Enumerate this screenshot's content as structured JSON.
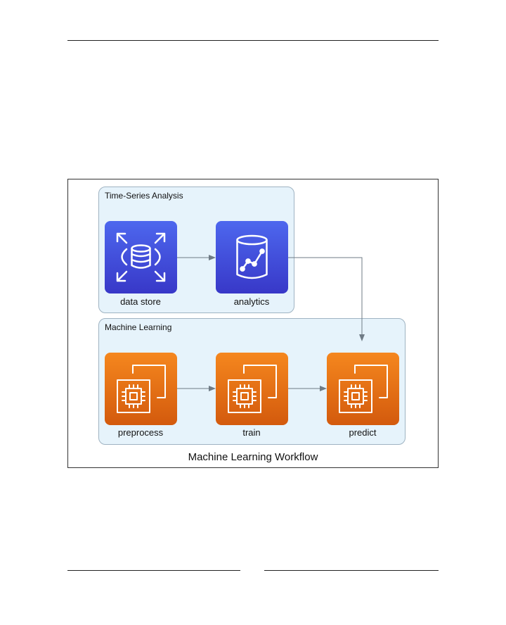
{
  "figure": {
    "caption": "Machine Learning Workflow",
    "clusters": [
      {
        "label": "Time-Series Analysis"
      },
      {
        "label": "Machine Learning"
      }
    ],
    "nodes": {
      "data_store": {
        "label": "data store",
        "icon": "database-storage-icon",
        "color": "#3f51e0"
      },
      "analytics": {
        "label": "analytics",
        "icon": "analytics-cylinder-icon",
        "color": "#3f51e0"
      },
      "preprocess": {
        "label": "preprocess",
        "icon": "compute-instance-icon",
        "color": "#ea7415"
      },
      "train": {
        "label": "train",
        "icon": "compute-instance-icon",
        "color": "#ea7415"
      },
      "predict": {
        "label": "predict",
        "icon": "compute-instance-icon",
        "color": "#ea7415"
      }
    },
    "edges": [
      {
        "from": "data store",
        "to": "analytics"
      },
      {
        "from": "analytics",
        "to": "predict"
      },
      {
        "from": "preprocess",
        "to": "train"
      },
      {
        "from": "train",
        "to": "predict"
      }
    ]
  }
}
